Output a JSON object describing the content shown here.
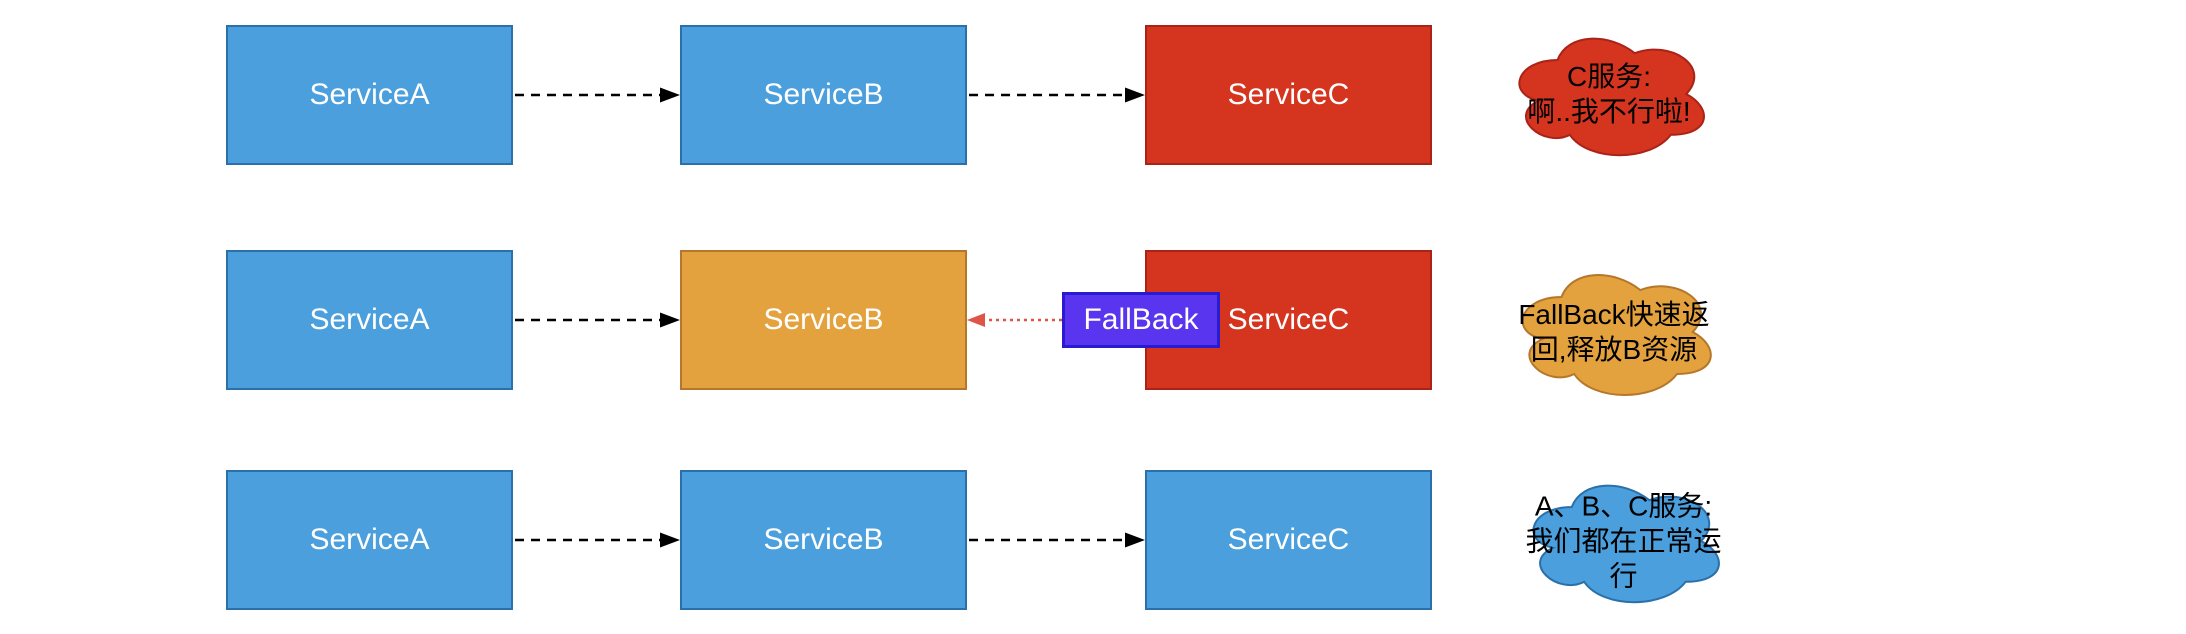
{
  "diagram": {
    "rows": [
      {
        "state": "service-c-failing",
        "boxes": [
          {
            "label": "ServiceA",
            "color": "blue"
          },
          {
            "label": "ServiceB",
            "color": "blue"
          },
          {
            "label": "ServiceC",
            "color": "red"
          }
        ],
        "cloud": {
          "color": "red",
          "lines": [
            "C服务:",
            "啊..我不行啦!"
          ]
        }
      },
      {
        "state": "fallback-active",
        "boxes": [
          {
            "label": "ServiceA",
            "color": "blue"
          },
          {
            "label": "ServiceB",
            "color": "orange"
          },
          {
            "label": "ServiceC",
            "color": "red"
          }
        ],
        "fallback_label": "FallBack",
        "cloud": {
          "color": "orange",
          "lines": [
            "FallBack快速返",
            "回,释放B资源"
          ]
        }
      },
      {
        "state": "all-normal",
        "boxes": [
          {
            "label": "ServiceA",
            "color": "blue"
          },
          {
            "label": "ServiceB",
            "color": "blue"
          },
          {
            "label": "ServiceC",
            "color": "blue"
          }
        ],
        "cloud": {
          "color": "blue",
          "lines": [
            "A、B、C服务:",
            "我们都在正常运",
            "行"
          ]
        }
      }
    ]
  },
  "colors": {
    "blue_fill": "#4A9FDC",
    "blue_border": "#2A70AA",
    "red_fill": "#D5341F",
    "red_border": "#AA2318",
    "orange_fill": "#E3A23E",
    "orange_border": "#B4772B",
    "purple_fill": "#5A35F0",
    "purple_border": "#2A1BD0",
    "black_arrow": "#000000",
    "red_arrow": "#DE5449",
    "box_text": "#FFFFFF",
    "cloud_text": "#000000"
  }
}
